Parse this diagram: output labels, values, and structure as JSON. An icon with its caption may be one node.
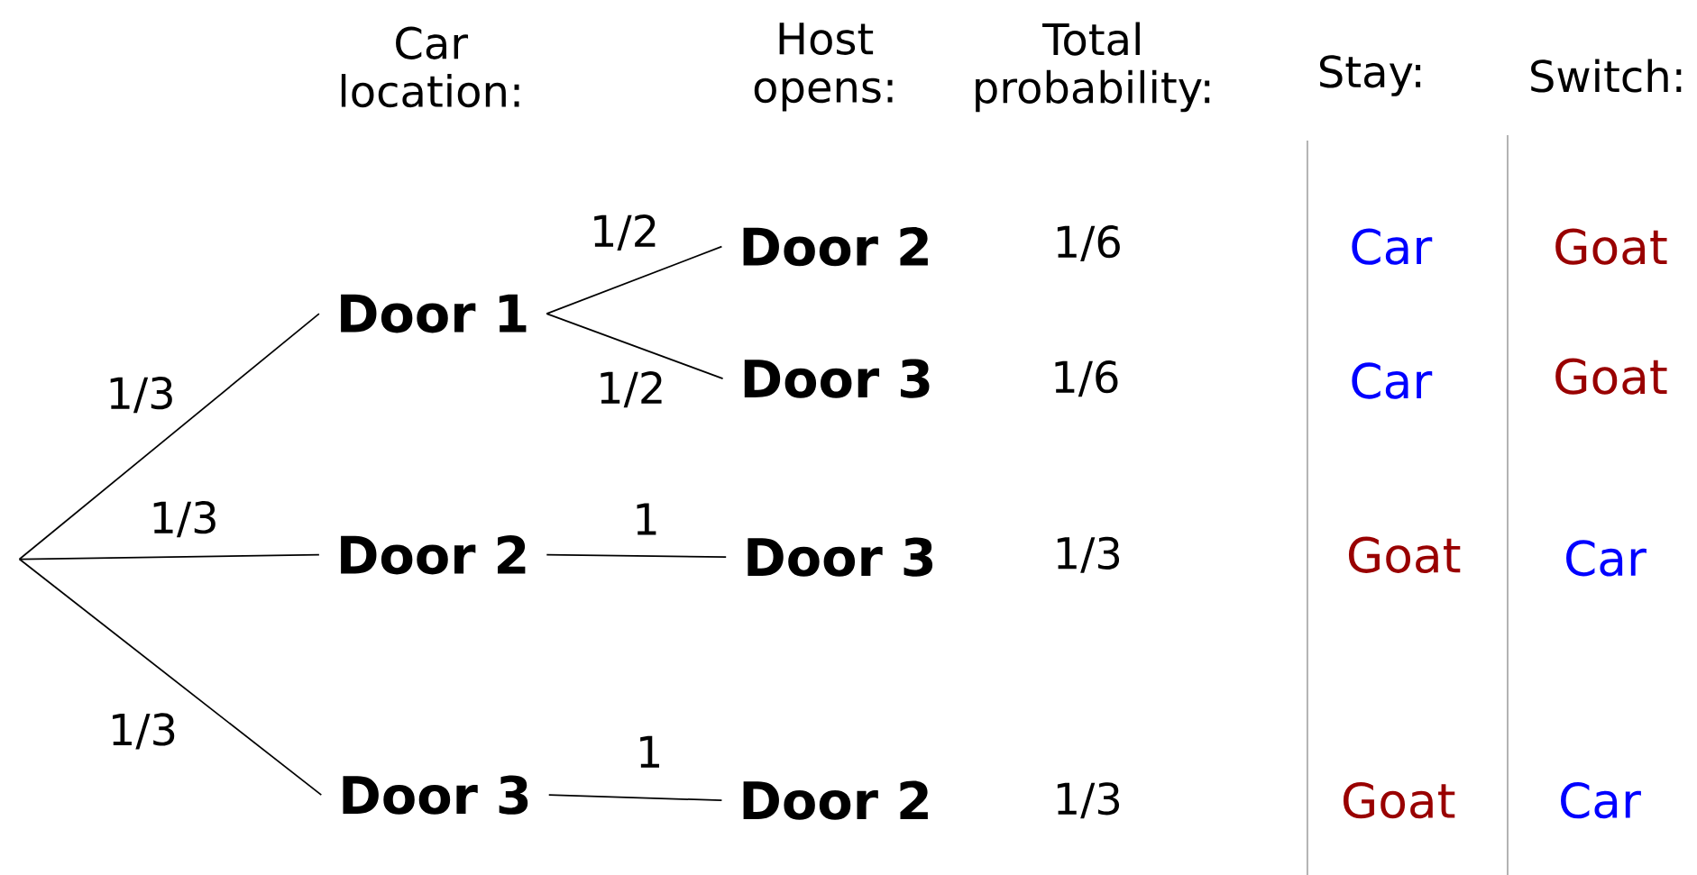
{
  "diagram": {
    "nodes": [
      {
        "text": [
          "Door 1"
        ]
      },
      {
        "text": [
          "Door 2"
        ]
      },
      {
        "text": [
          "Door 3"
        ]
      },
      {
        "text": [
          "Door 2"
        ]
      },
      {
        "text": [
          "Door 3"
        ]
      },
      {
        "text": [
          "Door 3"
        ]
      },
      {
        "text": [
          "Door 2"
        ]
      }
    ],
    "edges": [
      {
        "from": null,
        "to": 0,
        "arrow": "none",
        "label": "1/3"
      },
      {
        "from": null,
        "to": 1,
        "arrow": "none",
        "label": "1/3"
      },
      {
        "from": null,
        "to": 2,
        "arrow": "none",
        "label": "1/3"
      },
      {
        "from": 0,
        "to": 3,
        "arrow": "none",
        "label": "1/2"
      },
      {
        "from": 0,
        "to": 4,
        "arrow": "none",
        "label": "1/2"
      },
      {
        "from": 1,
        "to": 5,
        "arrow": "none",
        "label": "1"
      },
      {
        "from": 2,
        "to": 6,
        "arrow": "none",
        "label": "1"
      }
    ],
    "labels": [
      "Car location:",
      "Host opens:",
      "Total probability:",
      "Stay:",
      "Switch:",
      "1/6",
      "Car",
      "Goat",
      "1/6",
      "Car",
      "Goat",
      "1/3",
      "Goat",
      "Car",
      "1/3",
      "Goat",
      "Car"
    ]
  }
}
